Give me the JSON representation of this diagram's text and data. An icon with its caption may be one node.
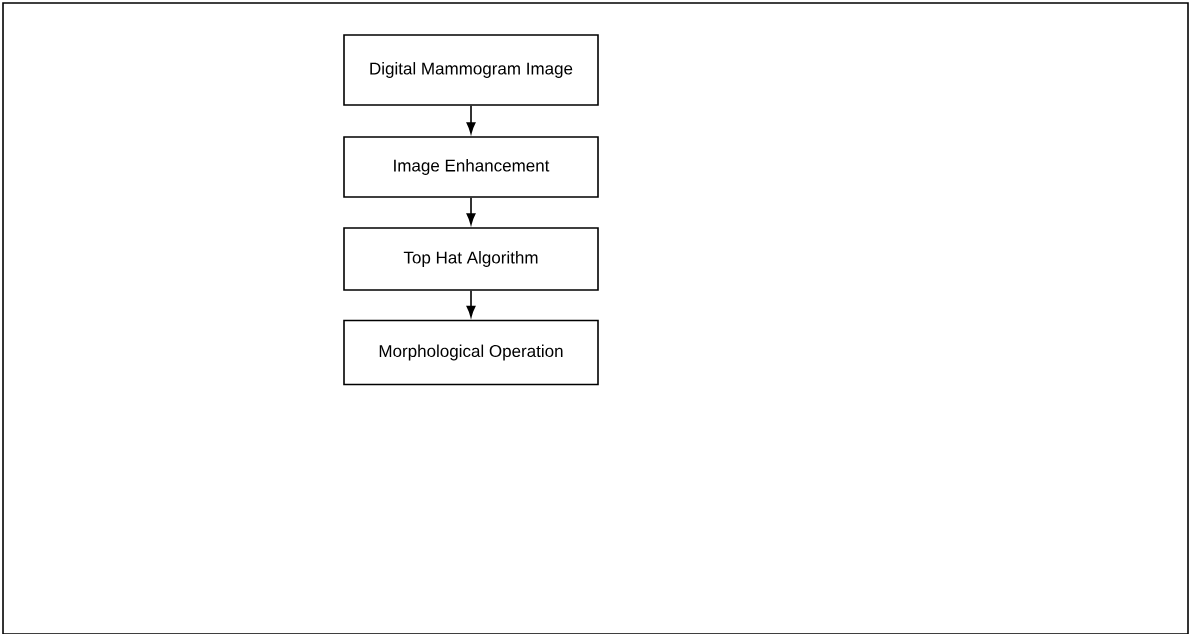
{
  "diagram": {
    "nodes": [
      {
        "text": [
          "Digital Mammogram Image"
        ]
      },
      {
        "text": [
          "Image Enhancement"
        ]
      },
      {
        "text": [
          "Top Hat Algorithm"
        ]
      },
      {
        "text": [
          "Morphological Operation"
        ]
      }
    ],
    "edges": [
      {
        "from": 0,
        "to": 1,
        "arrow": "to"
      },
      {
        "from": 1,
        "to": 2,
        "arrow": "to"
      },
      {
        "from": 2,
        "to": 3,
        "arrow": "to"
      }
    ]
  }
}
